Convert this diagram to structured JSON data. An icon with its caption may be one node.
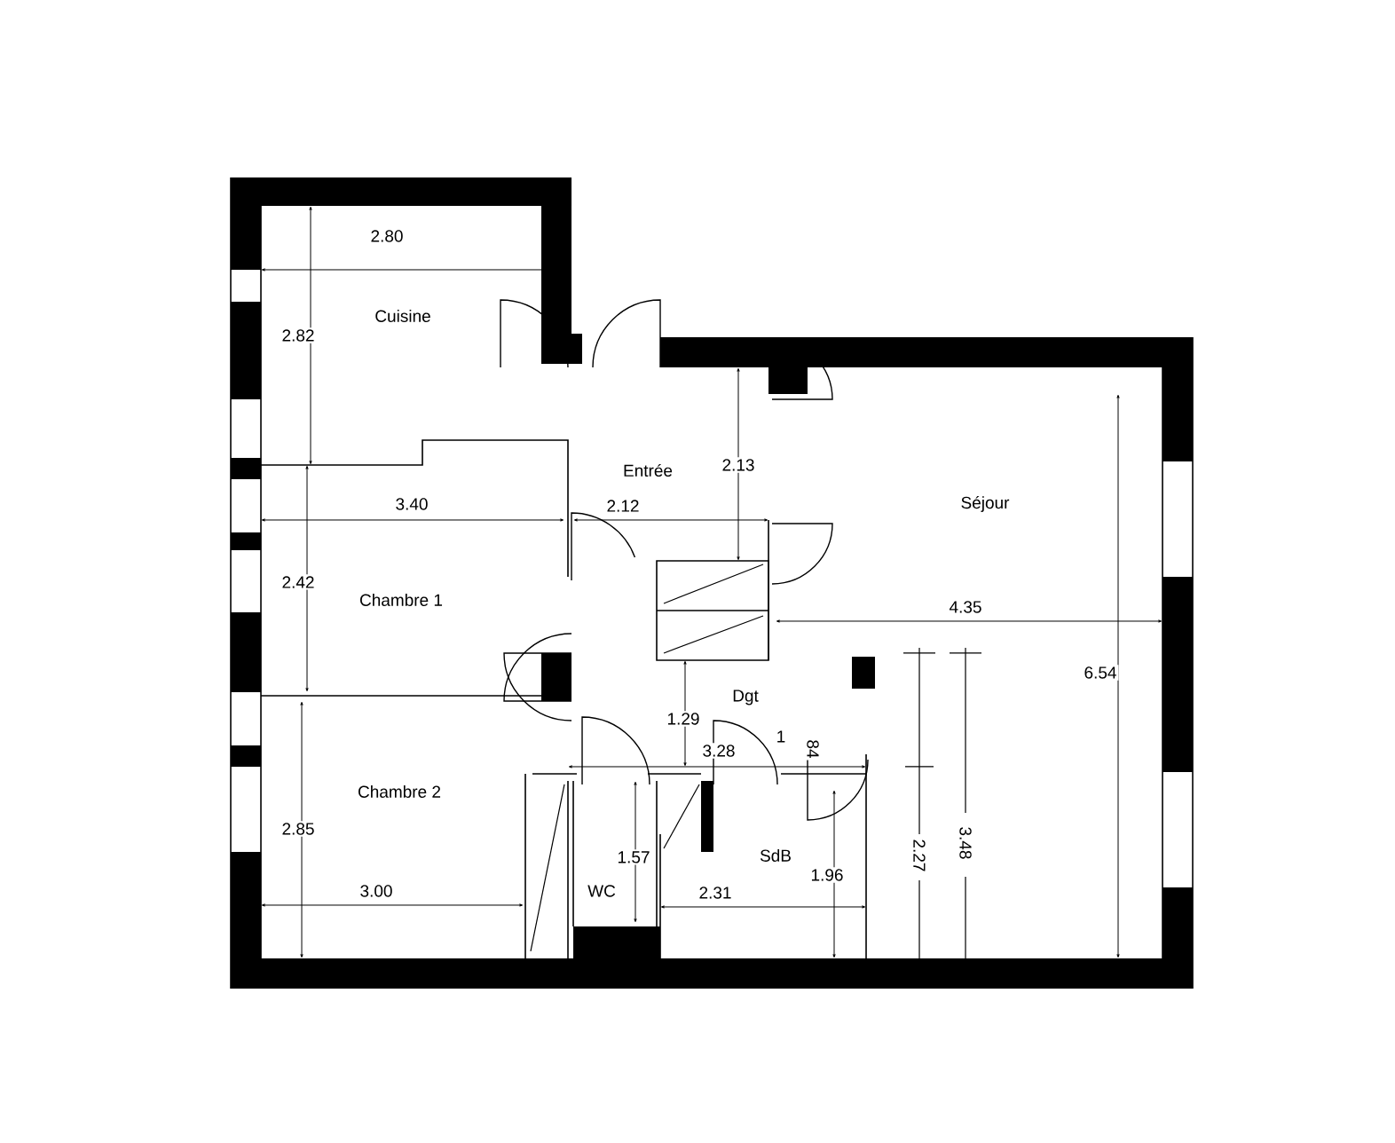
{
  "diagram": {
    "labels": [
      "2.80",
      "Cuisine",
      "2.82",
      "2.13",
      "Entrée",
      "Séjour",
      "3.40",
      "2.12",
      "2.42",
      "Chambre 1",
      "4.35",
      "6.54",
      "Dgt",
      "1.29",
      "1",
      "84",
      "3.28",
      "Chambre 2",
      "1.57",
      "SdB",
      "2.85",
      "1.96",
      "3.48",
      "2.27",
      "WC",
      "3.00",
      "2.31"
    ]
  }
}
